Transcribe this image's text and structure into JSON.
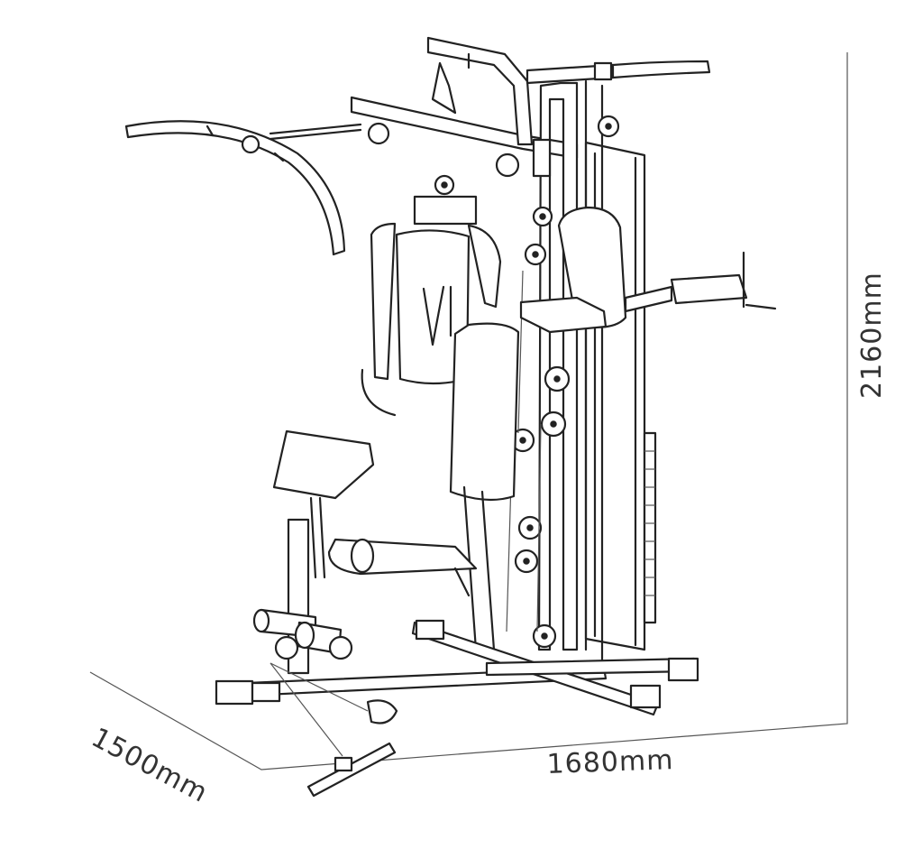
{
  "diagram": {
    "subject": "multi-station home gym",
    "dimensions": {
      "depth": "1500mm",
      "width": "1680mm",
      "height": "2160mm"
    },
    "colors": {
      "line": "#222222",
      "dimension_text": "#333333",
      "background": "#ffffff"
    }
  }
}
